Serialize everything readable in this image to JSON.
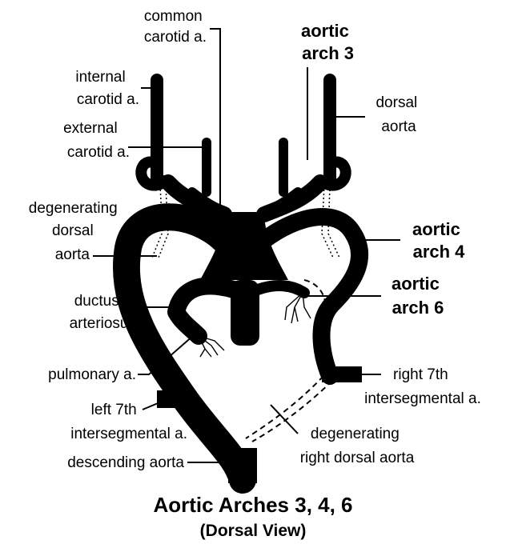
{
  "labels": {
    "common_carotid": [
      "common",
      "carotid a."
    ],
    "aortic_arch_3": [
      "aortic",
      "arch 3"
    ],
    "internal_carotid": [
      "internal",
      "carotid a."
    ],
    "dorsal_aorta": [
      "dorsal",
      "aorta"
    ],
    "external_carotid": [
      "external",
      "carotid a."
    ],
    "degenerating_dorsal_aorta": [
      "degenerating",
      "dorsal",
      "aorta"
    ],
    "aortic_arch_4": [
      "aortic",
      "arch 4"
    ],
    "aortic_arch_6": [
      "aortic",
      "arch 6"
    ],
    "ductus_arteriosus": [
      "ductus",
      "arteriosus"
    ],
    "pulmonary": [
      "pulmonary a."
    ],
    "right_7th": [
      "right 7th",
      "intersegmental a."
    ],
    "left_7th": [
      "left 7th",
      "intersegmental a."
    ],
    "degenerating_right_dorsal": [
      "degenerating",
      "right dorsal aorta"
    ],
    "descending_aorta": [
      "descending aorta"
    ]
  },
  "title": "Aortic Arches 3, 4, 6",
  "subtitle": "(Dorsal View)"
}
